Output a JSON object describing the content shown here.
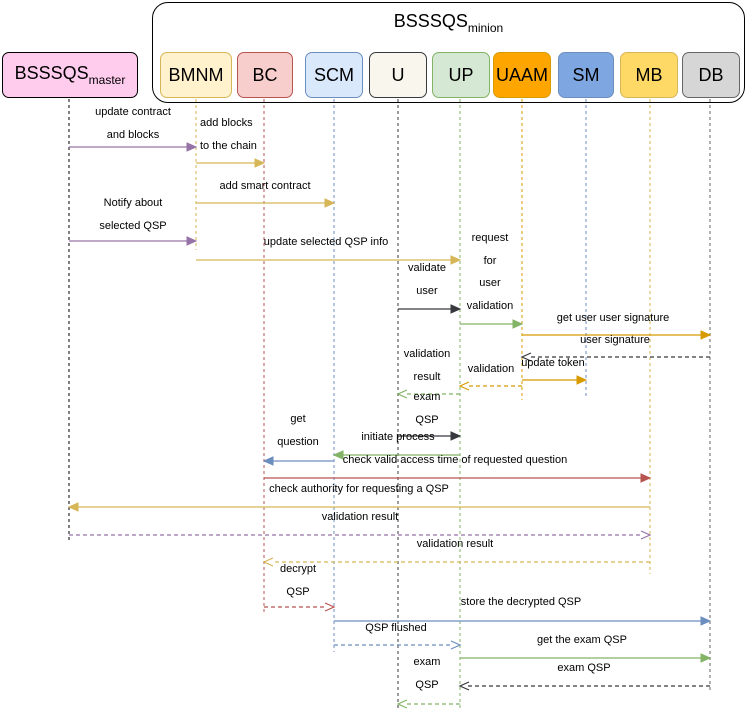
{
  "group": {
    "title_main": "BSSSQS",
    "title_sub": "minion"
  },
  "master": {
    "main": "BSSSQS",
    "sub": "master",
    "fill": "#ffccee",
    "stroke": "#000000"
  },
  "actors": [
    {
      "id": "bmnm",
      "label": "BMNM",
      "fill": "#fff2cc",
      "stroke": "#d6b656"
    },
    {
      "id": "bc",
      "label": "BC",
      "fill": "#f8cecc",
      "stroke": "#b85450"
    },
    {
      "id": "scm",
      "label": "SCM",
      "fill": "#dae8fc",
      "stroke": "#6c8ebf"
    },
    {
      "id": "u",
      "label": "U",
      "fill": "#f9f7ed",
      "stroke": "#36393d"
    },
    {
      "id": "up",
      "label": "UP",
      "fill": "#d5e8d4",
      "stroke": "#82b366"
    },
    {
      "id": "uaam",
      "label": "UAAM",
      "fill": "#ffa500",
      "stroke": "#d79b00"
    },
    {
      "id": "sm",
      "label": "SM",
      "fill": "#7ea6e0",
      "stroke": "#6c8ebf"
    },
    {
      "id": "mb",
      "label": "MB",
      "fill": "#ffd966",
      "stroke": "#d6b656"
    },
    {
      "id": "db",
      "label": "DB",
      "fill": "#d6d6d6",
      "stroke": "#666666"
    }
  ],
  "messages": [
    {
      "label": "update contract\nand blocks",
      "from": "master",
      "to": "bmnm",
      "color": "#9673a6",
      "dashed": false
    },
    {
      "label": "add blocks\nto the chain",
      "from": "bmnm",
      "to": "bc",
      "color": "#d6b656",
      "dashed": false
    },
    {
      "label": "add smart contract",
      "from": "bmnm",
      "to": "scm",
      "color": "#d6b656",
      "dashed": false
    },
    {
      "label": "Notify about\nselected QSP",
      "from": "master",
      "to": "bmnm",
      "color": "#9673a6",
      "dashed": false
    },
    {
      "label": "update selected QSP info",
      "from": "bmnm",
      "to": "up",
      "color": "#d6b656",
      "dashed": false
    },
    {
      "label": "validate\nuser",
      "from": "u",
      "to": "up",
      "color": "#36393d",
      "dashed": false
    },
    {
      "label": "request\nfor\nuser\nvalidation",
      "from": "up",
      "to": "uaam",
      "color": "#82b366",
      "dashed": false
    },
    {
      "label": "get user user signature",
      "from": "uaam",
      "to": "db",
      "color": "#d79b00",
      "dashed": false
    },
    {
      "label": "user signature",
      "from": "db",
      "to": "uaam",
      "color": "#36393d",
      "dashed": true
    },
    {
      "label": "update token",
      "from": "uaam",
      "to": "sm",
      "color": "#d79b00",
      "dashed": false
    },
    {
      "label": "validation",
      "from": "uaam",
      "to": "up",
      "color": "#d79b00",
      "dashed": true
    },
    {
      "label": "validation\nresult",
      "from": "up",
      "to": "u",
      "color": "#82b366",
      "dashed": true
    },
    {
      "label": "exam\nQSP",
      "from": "u",
      "to": "up",
      "color": "#36393d",
      "dashed": false
    },
    {
      "label": "initiate process",
      "from": "up",
      "to": "scm",
      "color": "#82b366",
      "dashed": false
    },
    {
      "label": "get\nquestion",
      "from": "scm",
      "to": "bc",
      "color": "#6c8ebf",
      "dashed": false
    },
    {
      "label": "check valid access time of requested question",
      "from": "bc",
      "to": "mb",
      "color": "#b85450",
      "dashed": false
    },
    {
      "label": "check authority for requesting a QSP",
      "from": "mb",
      "to": "master",
      "color": "#d6b656",
      "dashed": false
    },
    {
      "label": "validation result",
      "from": "master",
      "to": "mb",
      "color": "#9673a6",
      "dashed": true
    },
    {
      "label": "validation result",
      "from": "mb",
      "to": "bc",
      "color": "#d6b656",
      "dashed": true
    },
    {
      "label": "decrypt\nQSP",
      "from": "bc",
      "to": "scm",
      "color": "#b85450",
      "dashed": true
    },
    {
      "label": "store the decrypted QSP",
      "from": "scm",
      "to": "db",
      "color": "#6c8ebf",
      "dashed": false
    },
    {
      "label": "QSP flushed",
      "from": "scm",
      "to": "up",
      "color": "#6c8ebf",
      "dashed": true
    },
    {
      "label": "get the exam QSP",
      "from": "up",
      "to": "db",
      "color": "#82b366",
      "dashed": false
    },
    {
      "label": "exam QSP",
      "from": "db",
      "to": "up",
      "color": "#36393d",
      "dashed": true
    },
    {
      "label": "exam\nQSP",
      "from": "up",
      "to": "u",
      "color": "#82b366",
      "dashed": true
    }
  ]
}
